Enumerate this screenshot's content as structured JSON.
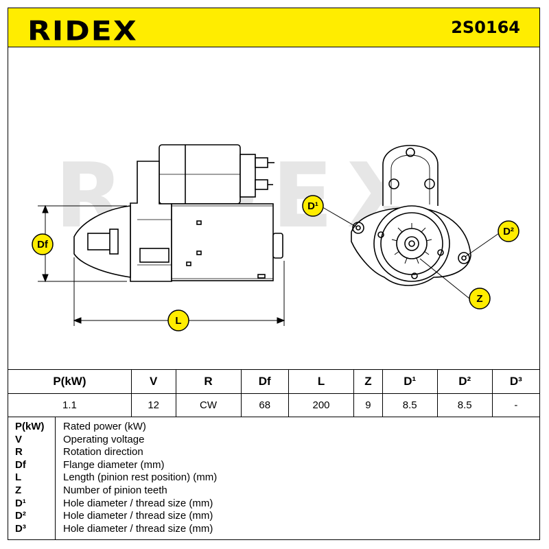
{
  "header": {
    "logo_text": "RIDEX",
    "part_number": "2S0164",
    "background_color": "#ffed00"
  },
  "drawing": {
    "watermark": "RIDEX",
    "labels": {
      "df": "Df",
      "l": "L",
      "d1": "D¹",
      "d2": "D²",
      "z": "Z"
    }
  },
  "spec_table": {
    "headers": [
      "P(kW)",
      "V",
      "R",
      "Df",
      "L",
      "Z",
      "D¹",
      "D²",
      "D³"
    ],
    "values": [
      "1.1",
      "12",
      "CW",
      "68",
      "200",
      "9",
      "8.5",
      "8.5",
      "-"
    ]
  },
  "legend": [
    {
      "key": "P(kW)",
      "desc": "Rated power (kW)"
    },
    {
      "key": "V",
      "desc": "Operating voltage"
    },
    {
      "key": "R",
      "desc": "Rotation direction"
    },
    {
      "key": "Df",
      "desc": "Flange diameter (mm)"
    },
    {
      "key": "L",
      "desc": "Length (pinion rest position) (mm)"
    },
    {
      "key": "Z",
      "desc": "Number of pinion teeth"
    },
    {
      "key": "D¹",
      "desc": "Hole diameter / thread size (mm)"
    },
    {
      "key": "D²",
      "desc": "Hole diameter / thread size (mm)"
    },
    {
      "key": "D³",
      "desc": "Hole diameter / thread size (mm)"
    }
  ]
}
